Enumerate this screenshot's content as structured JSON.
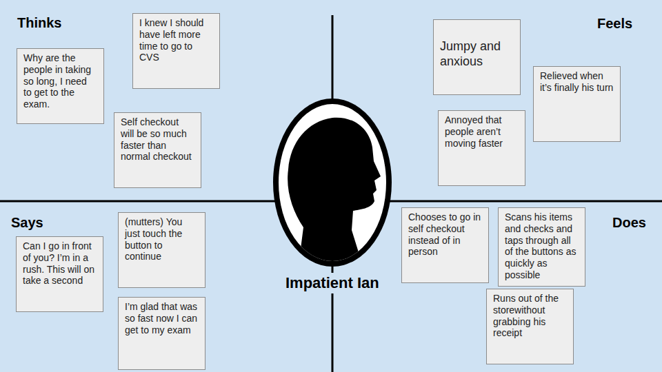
{
  "diagram": {
    "nodes": [
      {
        "text": [
          "Why are the people in taking so long, I need to get to the exam."
        ]
      },
      {
        "text": [
          "I knew I should have left more time to go to CVS"
        ]
      },
      {
        "text": [
          "Self checkout will be so much faster than normal checkout"
        ]
      },
      {
        "text": [
          "Jumpy and anxious"
        ]
      },
      {
        "text": [
          "Relieved when it’s finally his turn"
        ]
      },
      {
        "text": [
          "Annoyed that people aren’t moving faster"
        ]
      },
      {
        "text": [
          "Can I go in front of you? I’m in a rush. This will on take a second"
        ]
      },
      {
        "text": [
          "(mutters) You just touch the button to continue"
        ]
      },
      {
        "text": [
          "I’m glad that was so fast now I can get to my exam"
        ]
      },
      {
        "text": [
          "Chooses to go in self checkout instead of in person"
        ]
      },
      {
        "text": [
          "Scans his items and checks and taps through all of the buttons as quickly as possible"
        ]
      },
      {
        "text": [
          "Runs out of the storewithout grabbing his receipt"
        ]
      }
    ],
    "labels": [
      "Thinks",
      "Feels",
      "Says",
      "Does",
      "Impatient Ian"
    ]
  }
}
